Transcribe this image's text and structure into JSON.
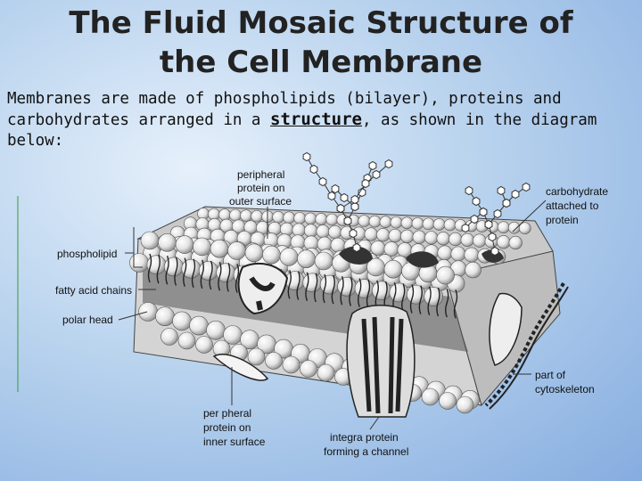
{
  "title_line1": "The Fluid Mosaic Structure of",
  "title_line2": "the Cell Membrane",
  "intro": {
    "part1": "Membranes are made of phospholipids (bilayer), proteins and carbohydrates arranged in a ",
    "highlight": "structure",
    "part2": ", as shown in the diagram below:"
  },
  "labels": {
    "peripheral_outer": [
      "peripheral",
      "protein on",
      "outer surface"
    ],
    "carbohydrate": [
      "carbohydrate",
      "attached to",
      "protein"
    ],
    "phospholipid": "phospholipid",
    "fatty_acid": "fatty acid chains",
    "polar_head": "polar head",
    "cytoskeleton": [
      "part of",
      "cytoskeleton"
    ],
    "peripheral_inner": [
      "per pheral",
      "protein on",
      "inner surface"
    ],
    "integral": [
      "integra protein",
      "forming a channel"
    ]
  }
}
